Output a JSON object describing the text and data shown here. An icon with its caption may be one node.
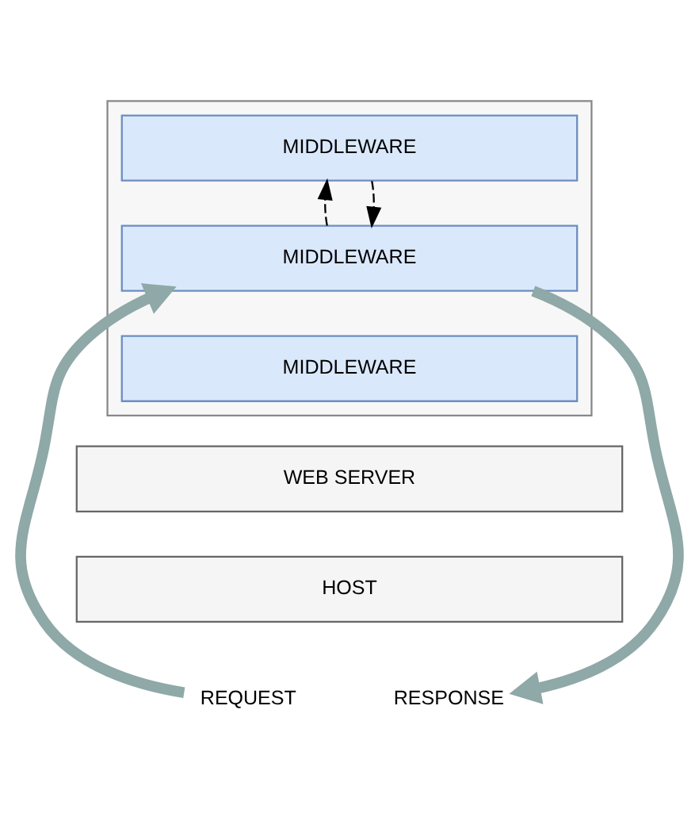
{
  "diagram": {
    "nodes": [
      {
        "text": [],
        "shape": "box"
      },
      {
        "text": [
          "MIDDLEWARE"
        ],
        "in": 0
      },
      {
        "text": [
          "MIDDLEWARE"
        ],
        "in": 0
      },
      {
        "text": [
          "MIDDLEWARE"
        ],
        "in": 0
      },
      {
        "text": [
          "WEB SERVER"
        ]
      },
      {
        "text": [
          "HOST"
        ]
      },
      {
        "text": [
          "REQUEST"
        ]
      },
      {
        "text": [
          "RESPONSE"
        ]
      }
    ],
    "edges": [
      {
        "from": 2,
        "to": 1,
        "arrow": "to",
        "style": "dashed"
      },
      {
        "from": 1,
        "to": 2,
        "arrow": "to",
        "style": "dashed"
      },
      {
        "from": 6,
        "to": 2,
        "arrow": "to",
        "style": "thick",
        "color": "#8fa8a8"
      },
      {
        "from": 2,
        "to": 7,
        "arrow": "to",
        "style": "thick",
        "color": "#8fa8a8"
      }
    ]
  }
}
